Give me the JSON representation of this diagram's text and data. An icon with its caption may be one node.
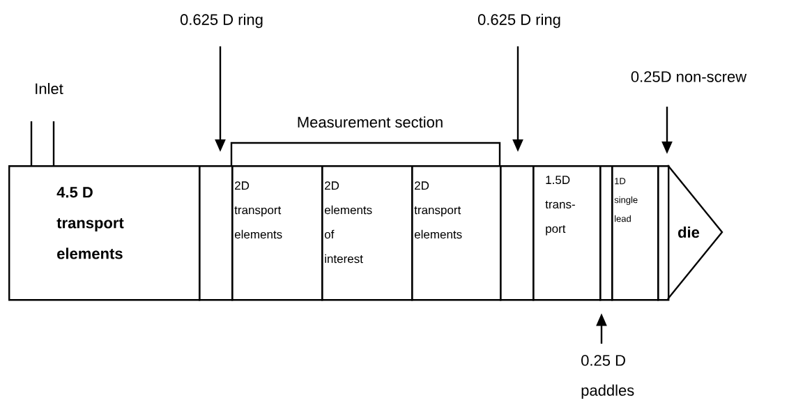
{
  "diagram": {
    "nodes": [
      {
        "text": [
          "4.5 D transport elements"
        ]
      },
      {
        "text": [],
        "shape": "box"
      },
      {
        "text": [
          "2D transport elements"
        ]
      },
      {
        "text": [
          "2D elements of interest"
        ]
      },
      {
        "text": [
          "2D transport elements"
        ]
      },
      {
        "text": [],
        "shape": "box"
      },
      {
        "text": [
          "1.5D trans- port"
        ]
      },
      {
        "text": [],
        "shape": "box"
      },
      {
        "text": [
          "1D single lead"
        ]
      },
      {
        "text": [],
        "shape": "box"
      },
      {
        "text": [
          "die"
        ]
      },
      {
        "text": [
          "0.625 D ring"
        ]
      },
      {
        "text": [
          "0.625 D ring"
        ]
      },
      {
        "text": [
          "0.25D non-screw"
        ]
      },
      {
        "text": [
          "0.25 D paddles"
        ]
      }
    ],
    "edges": [
      {
        "from": 11,
        "to": 1,
        "arrow": "to"
      },
      {
        "from": 12,
        "to": 5,
        "arrow": "to"
      },
      {
        "from": 13,
        "to": 9,
        "arrow": "to"
      },
      {
        "from": 14,
        "to": 7,
        "arrow": "to"
      }
    ],
    "labels": [
      "Inlet",
      "Measurement section"
    ]
  }
}
